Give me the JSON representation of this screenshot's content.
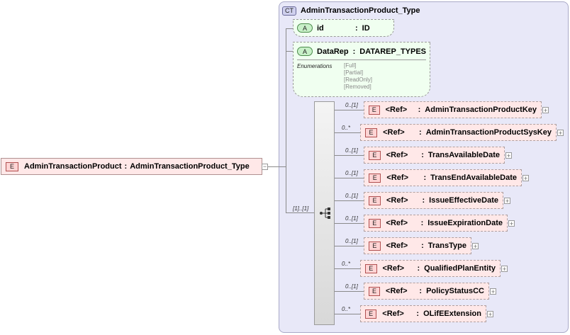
{
  "root": {
    "badge": "E",
    "name": "AdminTransactionProduct",
    "sep": ":",
    "type": "AdminTransactionProduct_Type"
  },
  "complex_type": {
    "badge": "CT",
    "name": "AdminTransactionProduct_Type"
  },
  "attributes": [
    {
      "badge": "A",
      "name": "id",
      "sep": ":",
      "type": "ID"
    },
    {
      "badge": "A",
      "name": "DataRep",
      "sep": ":",
      "type": "DATAREP_TYPES",
      "enum_label": "Enumerations",
      "enums": [
        "[Full]",
        "[Partial]",
        "[ReadOnly]",
        "[Removed]"
      ]
    }
  ],
  "sequence": {
    "cardinality": "[1]..[1]"
  },
  "elements": [
    {
      "badge": "E",
      "card": "0..[1]",
      "ref": "<Ref>",
      "sep": ":",
      "name": "AdminTransactionProductKey"
    },
    {
      "badge": "E",
      "card": "0..*",
      "ref": "<Ref>",
      "sep": ":",
      "name": "AdminTransactionProductSysKey"
    },
    {
      "badge": "E",
      "card": "0..[1]",
      "ref": "<Ref>",
      "sep": ":",
      "name": "TransAvailableDate"
    },
    {
      "badge": "E",
      "card": "0..[1]",
      "ref": "<Ref>",
      "sep": ":",
      "name": "TransEndAvailableDate"
    },
    {
      "badge": "E",
      "card": "0..[1]",
      "ref": "<Ref>",
      "sep": ":",
      "name": "IssueEffectiveDate"
    },
    {
      "badge": "E",
      "card": "0..[1]",
      "ref": "<Ref>",
      "sep": ":",
      "name": "IssueExpirationDate"
    },
    {
      "badge": "E",
      "card": "0..[1]",
      "ref": "<Ref>",
      "sep": ":",
      "name": "TransType"
    },
    {
      "badge": "E",
      "card": "0..*",
      "ref": "<Ref>",
      "sep": ":",
      "name": "QualifiedPlanEntity"
    },
    {
      "badge": "E",
      "card": "0..[1]",
      "ref": "<Ref>",
      "sep": ":",
      "name": "PolicyStatusCC"
    },
    {
      "badge": "E",
      "card": "0..*",
      "ref": "<Ref>",
      "sep": ":",
      "name": "OLifEExtension"
    }
  ]
}
